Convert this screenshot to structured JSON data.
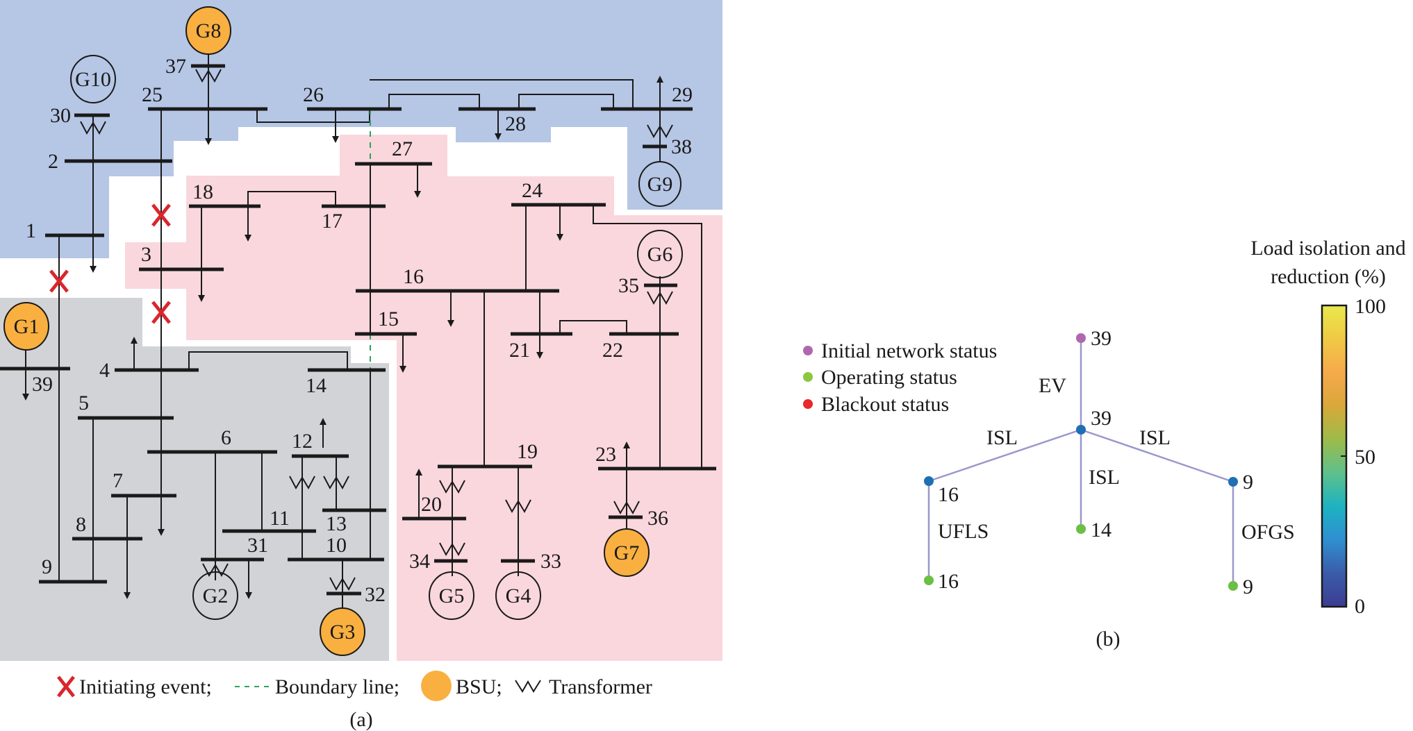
{
  "figure_a": {
    "caption": "(a)",
    "regions": [
      {
        "id": "blue",
        "color": "#b6c6e5"
      },
      {
        "id": "pink",
        "color": "#f9d7dd"
      },
      {
        "id": "gray",
        "color": "#d1d3d6"
      }
    ],
    "buses": [
      "1",
      "2",
      "3",
      "4",
      "5",
      "6",
      "7",
      "8",
      "9",
      "10",
      "11",
      "12",
      "13",
      "14",
      "15",
      "16",
      "17",
      "18",
      "19",
      "20",
      "21",
      "22",
      "23",
      "24",
      "25",
      "26",
      "27",
      "28",
      "29",
      "30",
      "31",
      "32",
      "33",
      "34",
      "35",
      "36",
      "37",
      "38",
      "39"
    ],
    "generators": [
      {
        "id": "G1",
        "bsu": true
      },
      {
        "id": "G2",
        "bsu": false
      },
      {
        "id": "G3",
        "bsu": true
      },
      {
        "id": "G4",
        "bsu": false
      },
      {
        "id": "G5",
        "bsu": false
      },
      {
        "id": "G6",
        "bsu": false
      },
      {
        "id": "G7",
        "bsu": true
      },
      {
        "id": "G8",
        "bsu": true
      },
      {
        "id": "G9",
        "bsu": false
      },
      {
        "id": "G10",
        "bsu": false
      }
    ],
    "initiating_events": [
      "line 1-39",
      "line 2-3 (upper)",
      "line 3-4 (lower)"
    ],
    "colors": {
      "bsu": "#f9b040",
      "initiating_event": "#d9262c",
      "boundary_line": "#2ca25f",
      "line": "#1a1a1a"
    },
    "legend": [
      {
        "icon": "x-mark-icon",
        "label": "Initiating event;"
      },
      {
        "icon": "dashed-line-icon",
        "label": "Boundary line;"
      },
      {
        "icon": "orange-circle-icon",
        "label": "BSU;"
      },
      {
        "icon": "transformer-icon",
        "label": "Transformer"
      }
    ]
  },
  "figure_b": {
    "caption": "(b)",
    "legend": [
      {
        "label": "Initial network status",
        "color": "#b067b0"
      },
      {
        "label": "Operating status",
        "color": "#8dc63f"
      },
      {
        "label": "Blackout status",
        "color": "#e8282b"
      }
    ],
    "tree": {
      "edge_color": "#9a98cc",
      "nodes": [
        {
          "id": "n0",
          "label": "39",
          "status": "initial",
          "color": "#b067b0"
        },
        {
          "id": "n1",
          "label": "39",
          "status": "intermediate",
          "color": "#1f6fb3"
        },
        {
          "id": "n2",
          "label": "16",
          "status": "intermediate",
          "color": "#1f6fb3"
        },
        {
          "id": "n3",
          "label": "14",
          "status": "operating",
          "color": "#6abf45"
        },
        {
          "id": "n4",
          "label": "9",
          "status": "intermediate",
          "color": "#1f6fb3"
        },
        {
          "id": "n5",
          "label": "16",
          "status": "operating",
          "color": "#6abf45"
        },
        {
          "id": "n6",
          "label": "9",
          "status": "operating",
          "color": "#6abf45"
        }
      ],
      "edges": [
        {
          "from": "n0",
          "to": "n1",
          "label": "EV"
        },
        {
          "from": "n1",
          "to": "n2",
          "label": "ISL"
        },
        {
          "from": "n1",
          "to": "n3",
          "label": "ISL"
        },
        {
          "from": "n1",
          "to": "n4",
          "label": "ISL"
        },
        {
          "from": "n2",
          "to": "n5",
          "label": "UFLS"
        },
        {
          "from": "n4",
          "to": "n6",
          "label": "OFGS"
        }
      ]
    },
    "colorbar": {
      "title_line1": "Load isolation and",
      "title_line2": "reduction (%)",
      "min": 0,
      "max": 100,
      "ticks": [
        "0",
        "50",
        "100"
      ],
      "colormap": "parula",
      "stops": [
        "#3d3c92",
        "#3a5ca8",
        "#2f8fd2",
        "#1db3c0",
        "#5ec08b",
        "#9dbb4a",
        "#d9a83a",
        "#f6a94b",
        "#f0c945",
        "#e9e94b"
      ]
    }
  }
}
